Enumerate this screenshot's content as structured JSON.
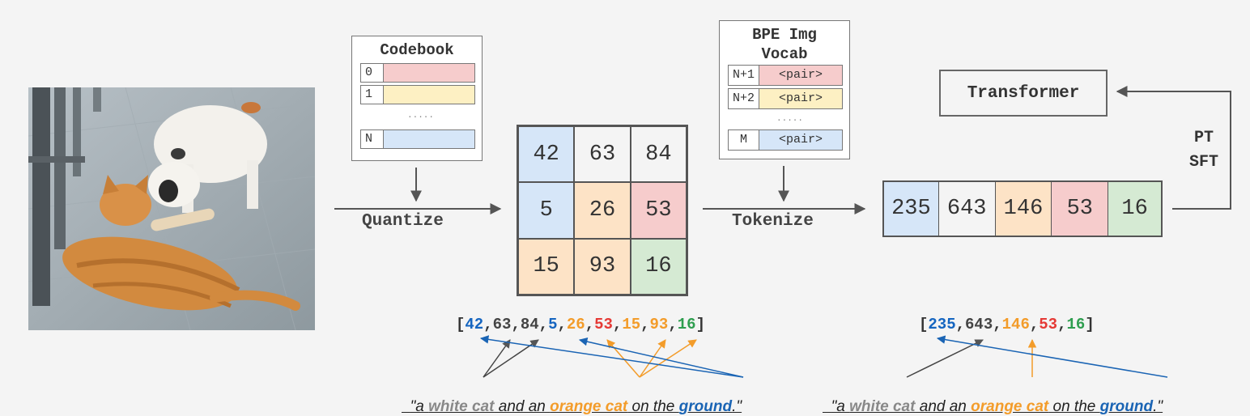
{
  "codebook": {
    "title": "Codebook",
    "rows": [
      {
        "index": "0",
        "color": "#f6cccc"
      },
      {
        "index": "1",
        "color": "#fdf0c3"
      },
      {
        "index": "N",
        "color": "#d6e6f8"
      }
    ],
    "ellipsis": "....."
  },
  "quantize_label": "Quantize",
  "tokenize_label": "Tokenize",
  "bpe_vocab": {
    "title_line1": "BPE Img",
    "title_line2": "Vocab",
    "rows": [
      {
        "index": "N+1",
        "value": "<pair>",
        "color": "#f6cccc"
      },
      {
        "index": "N+2",
        "value": "<pair>",
        "color": "#fdf0c3"
      },
      {
        "index": "M",
        "value": "<pair>",
        "color": "#d6e6f8"
      }
    ],
    "ellipsis": "....."
  },
  "grid": {
    "cells": [
      {
        "value": "42",
        "color": "#d6e6f8"
      },
      {
        "value": "63",
        "color": "#f4f4f4"
      },
      {
        "value": "84",
        "color": "#f4f4f4"
      },
      {
        "value": "5",
        "color": "#d6e6f8"
      },
      {
        "value": "26",
        "color": "#fde3c6"
      },
      {
        "value": "53",
        "color": "#f6cccc"
      },
      {
        "value": "15",
        "color": "#fde3c6"
      },
      {
        "value": "93",
        "color": "#fde3c6"
      },
      {
        "value": "16",
        "color": "#d5ead3"
      }
    ]
  },
  "sequence": {
    "cells": [
      {
        "value": "235",
        "color": "#d6e6f8"
      },
      {
        "value": "643",
        "color": "#f4f4f4"
      },
      {
        "value": "146",
        "color": "#fde3c6"
      },
      {
        "value": "53",
        "color": "#f6cccc"
      },
      {
        "value": "16",
        "color": "#d5ead3"
      }
    ]
  },
  "transformer_label": "Transformer",
  "pt_label": "PT",
  "sft_label": "SFT",
  "token_list_left": [
    "42",
    "63",
    "84",
    "5",
    "26",
    "53",
    "15",
    "93",
    "16"
  ],
  "token_list_right": [
    "235",
    "643",
    "146",
    "53",
    "16"
  ],
  "caption": {
    "p1": "\"a ",
    "white_cat": "white cat",
    "p2": " and an ",
    "orange_cat": "orange cat",
    "p3": " on the ",
    "ground": "ground",
    "p4": ".\""
  },
  "colors": {
    "blue": "#1565c0",
    "orange": "#f39c2a",
    "red": "#e53935",
    "green": "#2e9e4f",
    "gray": "#444444"
  }
}
